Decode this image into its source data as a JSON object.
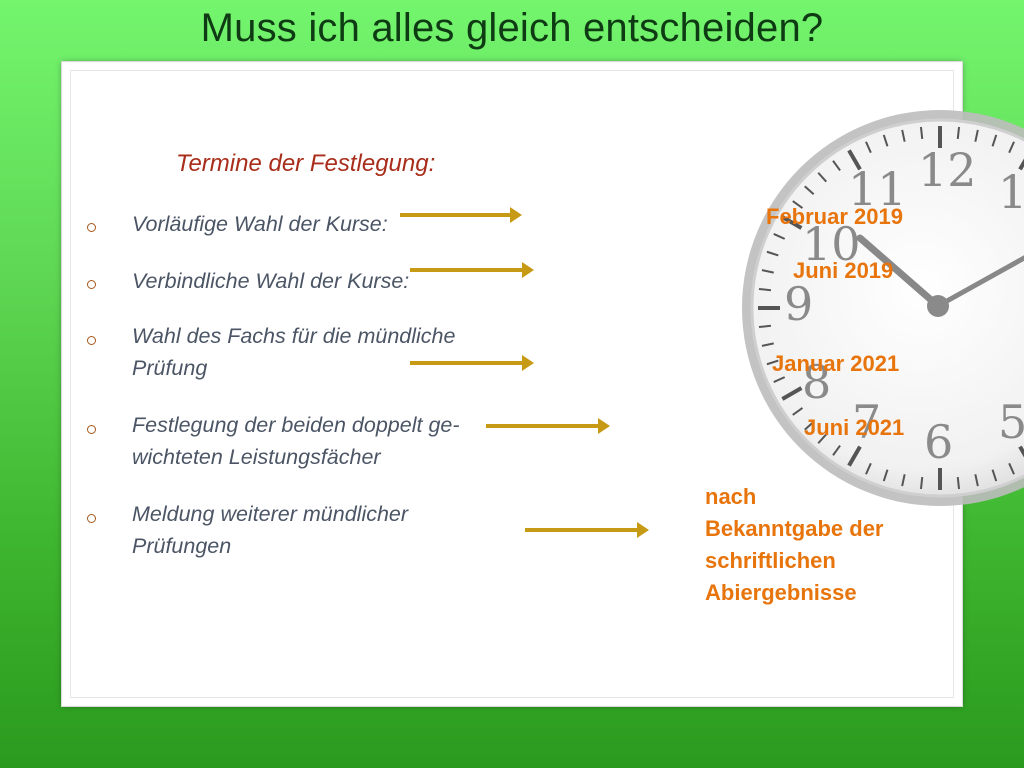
{
  "title": "Muss ich alles gleich entscheiden?",
  "heading": "Termine der Festlegung:",
  "items": [
    {
      "line1": "Vorläufige Wahl der Kurse:",
      "line2": ""
    },
    {
      "line1": "Verbindliche Wahl der Kurse:",
      "line2": ""
    },
    {
      "line1": "Wahl des Fachs für die mündliche",
      "line2": "Prüfung"
    },
    {
      "line1": "Festlegung der beiden doppelt ge-",
      "line2": "wichteten Leistungsfächer"
    },
    {
      "line1": "Meldung weiterer mündlicher",
      "line2": "Prüfungen"
    }
  ],
  "dates": [
    "Februar 2019",
    "Juni 2019",
    "Januar 2021",
    "Juni 2021"
  ],
  "date_last": [
    "nach",
    "Bekanntgabe der",
    "schriftlichen",
    "Abiergebnisse"
  ],
  "clock_numerals": [
    "12",
    "1",
    "11",
    "10",
    "9",
    "8",
    "7",
    "6",
    "5"
  ],
  "colors": {
    "title": "#0e3b13",
    "heading": "#a82d1b",
    "item_text": "#4b5565",
    "arrow": "#c79a16",
    "date": "#e8740c"
  }
}
